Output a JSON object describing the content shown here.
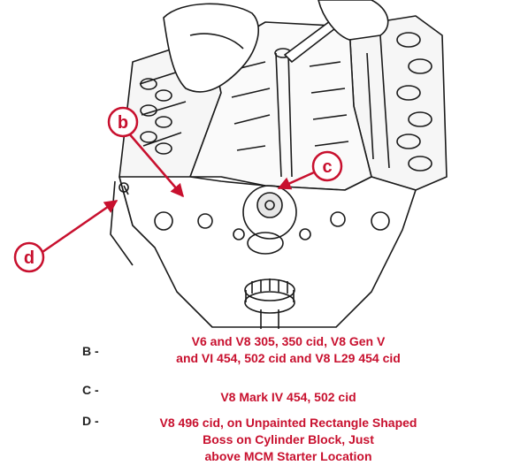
{
  "colors": {
    "accent": "#c8102e",
    "line": "#1a1a1a"
  },
  "callouts": {
    "b": "b",
    "c": "c",
    "d": "d"
  },
  "legend": [
    {
      "key": "B -",
      "lines": [
        "V6 and V8 305, 350 cid, V8 Gen V",
        "and VI 454, 502 cid and V8 L29 454 cid"
      ]
    },
    {
      "key": "C -",
      "lines": [
        "V8 Mark IV 454, 502 cid"
      ]
    },
    {
      "key": "D -",
      "lines": [
        "V8 496 cid, on Unpainted Rectangle Shaped",
        "Boss on Cylinder Block, Just",
        "above MCM Starter Location"
      ]
    }
  ]
}
